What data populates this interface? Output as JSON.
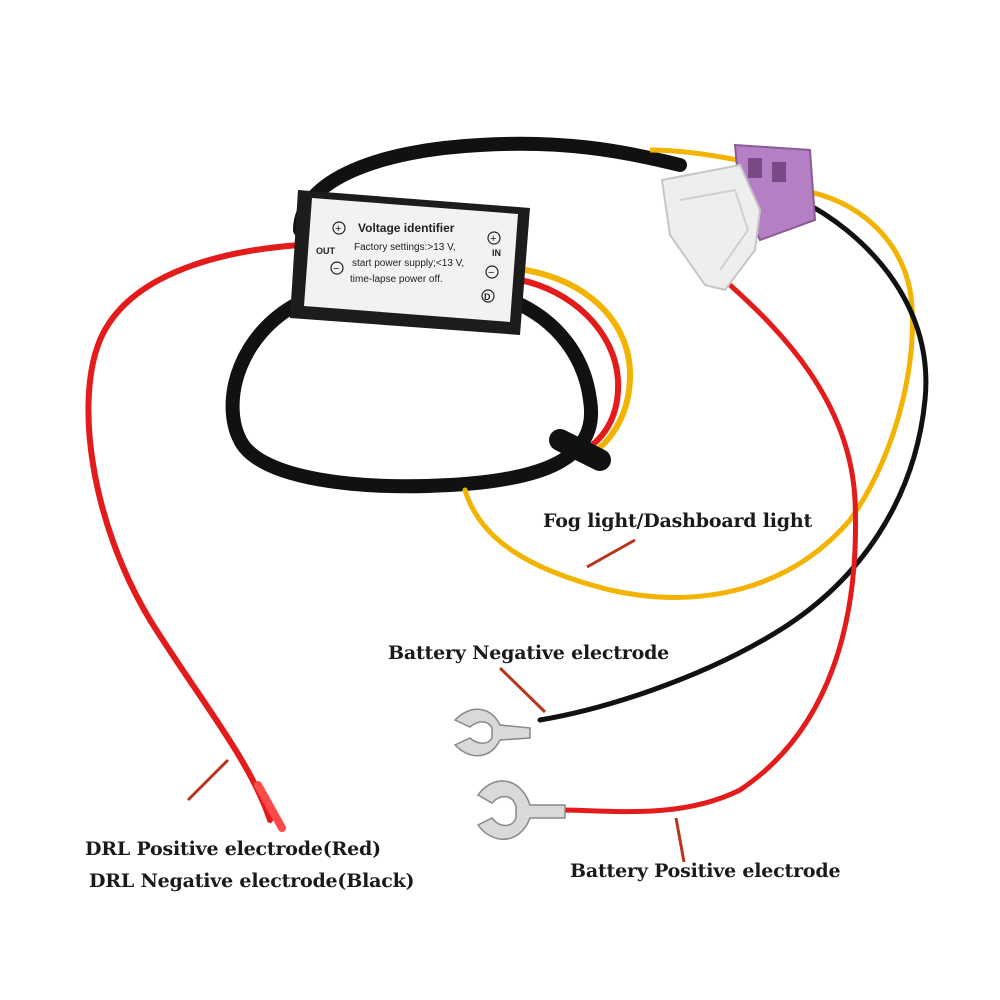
{
  "module": {
    "title": "Voltage identifier",
    "line1": "Factory settings:>13 V,",
    "line2": "start power supply;<13 V,",
    "line3": "time-lapse power off.",
    "out_label": "OUT",
    "in_label": "IN",
    "plus_symbol": "+",
    "minus_symbol": "−",
    "d_symbol": "D"
  },
  "labels": {
    "fog_light": "Fog light/Dashboard light",
    "battery_negative": "Battery Negative electrode",
    "battery_positive": "Battery Positive electrode",
    "drl_positive": "DRL Positive electrode(Red)",
    "drl_negative": "DRL Negative electrode(Black)"
  },
  "colors": {
    "red_wire": "#e31b1b",
    "black_wire": "#111111",
    "yellow_wire": "#f2b400",
    "fuse": "#b57fc4",
    "pointer": "#b8341c"
  }
}
